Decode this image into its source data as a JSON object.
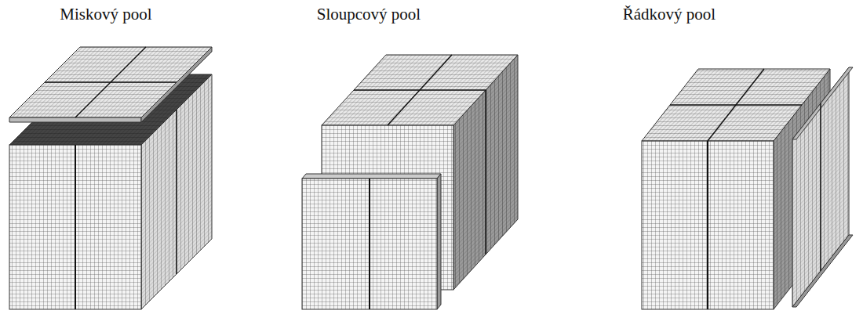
{
  "diagram": {
    "labels": [
      "Miskový pool",
      "Sloupcový pool",
      "Řádkový pool"
    ]
  }
}
